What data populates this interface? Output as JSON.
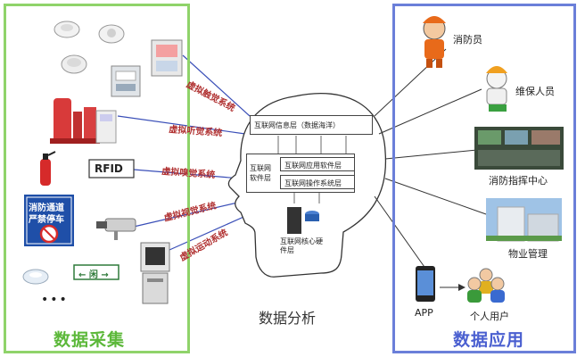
{
  "left_panel": {
    "title": "数据采集",
    "more": "•••",
    "sign_line1": "消防通道",
    "sign_line2": "严禁停车",
    "rfid": "RFID",
    "exit_sign": "← 闲 →"
  },
  "senses": [
    "虚拟触觉系统",
    "虚拟听觉系统",
    "虚拟嗅觉系统",
    "虚拟视觉系统",
    "虚拟运动系统"
  ],
  "head": {
    "info_layer": "互联网信息层（数据海洋）",
    "software_layer": "互联网软件层",
    "app_software_layer": "互联网应用软件层",
    "os_layer": "互联网操作系统层",
    "hardware_layer": "互联网核心硬件层",
    "caption": "数据分析"
  },
  "right_panel": {
    "title": "数据应用",
    "items": [
      "消防员",
      "维保人员",
      "消防指挥中心",
      "物业管理",
      "APP",
      "个人用户"
    ]
  },
  "colors": {
    "left_border": "#8fd36a",
    "right_border": "#6b7fd9",
    "left_title": "#5cb83a",
    "right_title": "#4a5fd0",
    "sense_line": "#3a4fb8",
    "sense_text": "#b03030"
  }
}
